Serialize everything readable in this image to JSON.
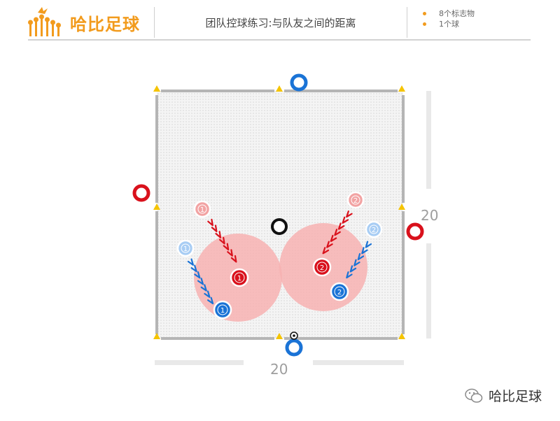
{
  "header": {
    "logo_text": "哈比足球",
    "title": "团队控球练习:与队友之间的距离",
    "equipment": [
      "8个标志物",
      "1个球"
    ]
  },
  "pitch": {
    "width_label": "20",
    "height_label": "20"
  },
  "players": {
    "red_1": "1",
    "red_2": "2",
    "blue_1": "1",
    "blue_2": "2"
  },
  "watermark": {
    "text": "哈比足球"
  },
  "colors": {
    "brand_orange": "#f29b1d",
    "red_team": "#d9111c",
    "blue_team": "#1a73d6",
    "zone_pink": "#f7b2b2",
    "light_red": "#f2a3a3",
    "light_blue": "#a8cdf4",
    "boundary_gray": "#b5b5b5"
  }
}
